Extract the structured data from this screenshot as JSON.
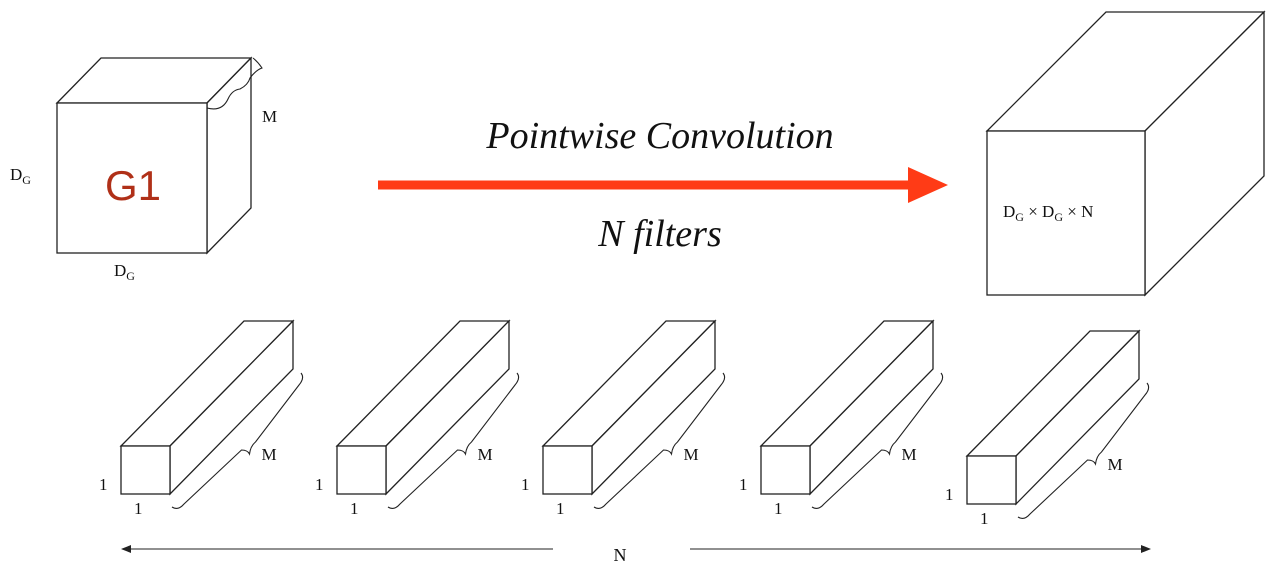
{
  "input_block": {
    "label": "G1",
    "label_color": "#b03018",
    "height_label_main": "D",
    "height_label_sub": "G",
    "width_label_main": "D",
    "width_label_sub": "G",
    "depth_label": "M"
  },
  "operation": {
    "title": "Pointwise Convolution",
    "subtitle": "N filters",
    "arrow_color": "#ff3b16"
  },
  "output_block": {
    "label_parts": [
      {
        "main": "D",
        "sub": "G"
      },
      {
        "main": " × D",
        "sub": "G"
      },
      {
        "main": " × N",
        "sub": ""
      }
    ]
  },
  "filters": [
    {
      "height_label": "1",
      "width_label": "1",
      "depth_label": "M"
    },
    {
      "height_label": "1",
      "width_label": "1",
      "depth_label": "M"
    },
    {
      "height_label": "1",
      "width_label": "1",
      "depth_label": "M"
    },
    {
      "height_label": "1",
      "width_label": "1",
      "depth_label": "M"
    },
    {
      "height_label": "1",
      "width_label": "1",
      "depth_label": "M"
    }
  ],
  "filter_count_label": "N"
}
